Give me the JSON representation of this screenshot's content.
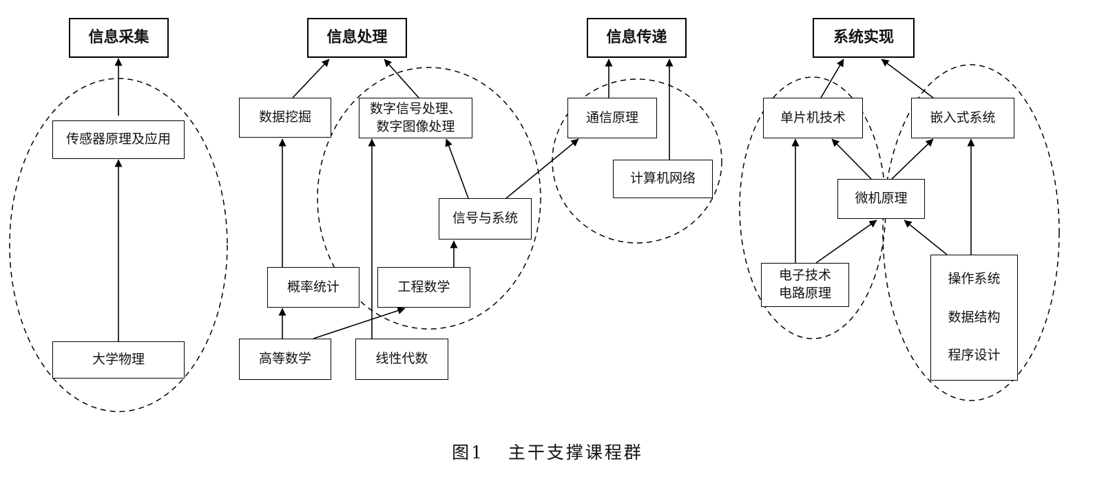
{
  "headers": {
    "collect": "信息采集",
    "process": "信息处理",
    "transmit": "信息传递",
    "realize": "系统实现"
  },
  "courses": {
    "sensor": "传感器原理及应用",
    "physics": "大学物理",
    "data_mining": "数据挖掘",
    "dsp_line1": "数字信号处理、",
    "dsp_line2": "数字图像处理",
    "signals": "信号与系统",
    "probability": "概率统计",
    "eng_math": "工程数学",
    "adv_math": "高等数学",
    "linear_alg": "线性代数",
    "comm": "通信原理",
    "network": "计算机网络",
    "mcu": "单片机技术",
    "embedded": "嵌入式系统",
    "micro": "微机原理",
    "elec_line1": "电子技术",
    "elec_line2": "电路原理",
    "os": "操作系统",
    "ds": "数据结构",
    "prog": "程序设计"
  },
  "caption": {
    "figure": "图1",
    "title": "主干支撑课程群"
  }
}
